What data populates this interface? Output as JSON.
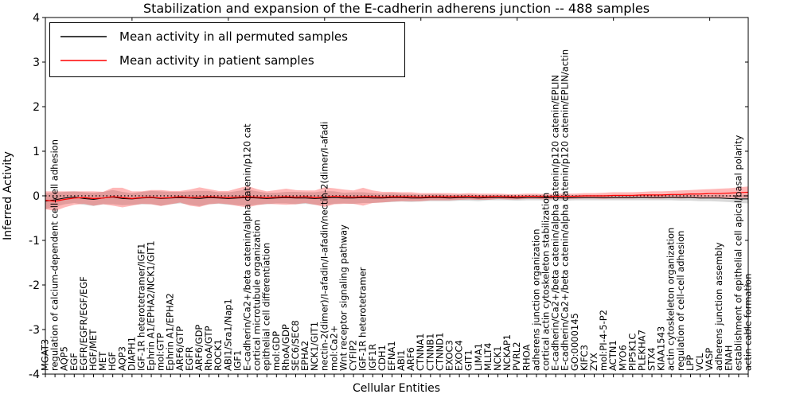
{
  "figure": {
    "title": "Stabilization and expansion of the E-cadherin adherens junction -- 488 samples",
    "xlabel": "Cellular Entities",
    "ylabel": "Inferred Activity"
  },
  "legend": {
    "items": [
      {
        "label": "Mean activity in all permuted samples",
        "color": "#000000"
      },
      {
        "label": "Mean activity in patient samples",
        "color": "#ff0000"
      }
    ]
  },
  "chart_data": {
    "type": "line",
    "title": "Stabilization and expansion of the E-cadherin adherens junction -- 488 samples",
    "xlabel": "Cellular Entities",
    "ylabel": "Inferred Activity",
    "ylim": [
      -4,
      4
    ],
    "yticks": [
      4,
      3,
      2,
      1,
      0,
      -1,
      -2,
      -3,
      -4
    ],
    "grid": false,
    "legend_position": "upper left",
    "zero_line": {
      "y": 0,
      "style": "dotted",
      "color": "#000000"
    },
    "categories": [
      "MGAT3",
      "regulation of calcium-dependent cell-cell adhesion",
      "AQP5",
      "EGF",
      "EGFR/EGFR/EGF/EGF",
      "HGF/MET",
      "MET",
      "HGF",
      "AQP3",
      "DIAPH1",
      "IGF-1R heterotetramer/IGF1",
      "Ephrin A1/EPHA2/NCK1/GIT1",
      "mol:GTP",
      "Ephrin A1/EPHA2",
      "ARF6/GTP",
      "EGFR",
      "ARF6/GDP",
      "RhoA/GTP",
      "ROCK1",
      "ABI1/Sra1/Nap1",
      "IGF1",
      "E-cadherin/Ca2+/beta catenin/alpha catenin/p120 cat",
      "cortical microtubule organization",
      "epithelial cell differentiation",
      "mol:GDP",
      "RhoA/GDP",
      "SEC6/SEC8",
      "EPHA2",
      "NCK1/GIT1",
      "nectin-2(dimer)/I-afadin/I-afadin/nectin-2(dimer/I-afadi",
      "mol:Ca2+",
      "Wnt receptor signaling pathway",
      "CYFIP2",
      "IGF-1R heterotetramer",
      "IGF1R",
      "CDH1",
      "EFNA1",
      "ABI1",
      "ARF6",
      "CTNNA1",
      "CTNNB1",
      "CTNND1",
      "EXOC3",
      "EXOC4",
      "GIT1",
      "LIMA1",
      "MLLT4",
      "NCK1",
      "NCKAP1",
      "PVRL2",
      "RHOA",
      "adherens junction organization",
      "cortical actin cytoskeleton stabilization",
      "E-cadherin/Ca2+/beta catenin/alpha catenin/p120 catenin/EPLIN",
      "E-cadherin/Ca2+/beta catenin/alpha catenin/p120 catenin/EPLIN/actin",
      "GO:0000145",
      "KIFC3",
      "ZYX",
      "mol:PI-4-5-P2",
      "ACTN1",
      "MYO6",
      "PIP5K1C",
      "PLEKHA7",
      "STX4",
      "KIAA1543",
      "actin cytoskeleton organization",
      "regulation of cell-cell adhesion",
      "LPP",
      "VCL",
      "VASP",
      "adherens junction assembly",
      "ENAH",
      "establishment of epithelial cell apical/basal polarity",
      "actin cable formation"
    ],
    "series": [
      {
        "name": "Mean activity in all permuted samples",
        "color": "#000000",
        "band_color": "#000000",
        "band_opacity": 0.15,
        "mean": [
          -0.12,
          -0.09,
          -0.05,
          -0.03,
          -0.06,
          -0.08,
          -0.05,
          -0.03,
          -0.06,
          -0.07,
          -0.05,
          -0.04,
          -0.06,
          -0.05,
          -0.04,
          -0.05,
          -0.06,
          -0.04,
          -0.05,
          -0.06,
          -0.05,
          -0.04,
          -0.05,
          -0.06,
          -0.05,
          -0.04,
          -0.05,
          -0.05,
          -0.06,
          -0.05,
          -0.04,
          -0.05,
          -0.05,
          -0.04,
          -0.05,
          -0.05,
          -0.04,
          -0.04,
          -0.05,
          -0.05,
          -0.04,
          -0.04,
          -0.05,
          -0.04,
          -0.04,
          -0.05,
          -0.04,
          -0.04,
          -0.04,
          -0.05,
          -0.04,
          -0.04,
          -0.04,
          -0.04,
          -0.05,
          -0.04,
          -0.04,
          -0.04,
          -0.04,
          -0.04,
          -0.04,
          -0.04,
          -0.04,
          -0.04,
          -0.04,
          -0.04,
          -0.04,
          -0.04,
          -0.05,
          -0.05,
          -0.05,
          -0.06,
          -0.07,
          -0.07
        ],
        "half_width": [
          0.18,
          0.16,
          0.14,
          0.13,
          0.14,
          0.15,
          0.14,
          0.16,
          0.15,
          0.13,
          0.14,
          0.15,
          0.16,
          0.14,
          0.13,
          0.15,
          0.17,
          0.15,
          0.13,
          0.14,
          0.16,
          0.18,
          0.15,
          0.13,
          0.12,
          0.13,
          0.14,
          0.13,
          0.14,
          0.16,
          0.14,
          0.12,
          0.13,
          0.12,
          0.11,
          0.1,
          0.1,
          0.09,
          0.09,
          0.08,
          0.08,
          0.08,
          0.07,
          0.07,
          0.07,
          0.07,
          0.06,
          0.06,
          0.06,
          0.06,
          0.06,
          0.06,
          0.06,
          0.06,
          0.06,
          0.06,
          0.06,
          0.06,
          0.06,
          0.06,
          0.06,
          0.06,
          0.06,
          0.06,
          0.06,
          0.06,
          0.07,
          0.07,
          0.07,
          0.07,
          0.08,
          0.08,
          0.09,
          0.1
        ]
      },
      {
        "name": "Mean activity in patient samples",
        "color": "#ff0000",
        "band_color": "#ff0000",
        "band_opacity": 0.28,
        "mean": [
          -0.1,
          -0.12,
          -0.08,
          -0.05,
          -0.04,
          -0.06,
          -0.05,
          -0.02,
          -0.04,
          -0.06,
          -0.04,
          -0.03,
          -0.05,
          -0.04,
          -0.02,
          -0.04,
          -0.03,
          -0.02,
          -0.03,
          -0.04,
          -0.03,
          -0.02,
          -0.03,
          -0.04,
          -0.03,
          -0.02,
          -0.03,
          -0.02,
          -0.04,
          -0.03,
          -0.01,
          -0.02,
          -0.03,
          -0.02,
          -0.02,
          -0.03,
          -0.02,
          -0.02,
          -0.02,
          -0.03,
          -0.02,
          -0.02,
          -0.02,
          -0.02,
          -0.01,
          -0.02,
          -0.02,
          -0.01,
          -0.02,
          -0.02,
          -0.01,
          -0.01,
          -0.02,
          -0.01,
          -0.01,
          -0.01,
          0.0,
          0.0,
          0.0,
          0.01,
          0.01,
          0.01,
          0.02,
          0.02,
          0.02,
          0.03,
          0.03,
          0.04,
          0.04,
          0.05,
          0.05,
          0.06,
          0.07,
          0.08
        ],
        "half_width": [
          0.2,
          0.22,
          0.18,
          0.15,
          0.14,
          0.16,
          0.14,
          0.2,
          0.22,
          0.16,
          0.14,
          0.16,
          0.18,
          0.15,
          0.13,
          0.18,
          0.22,
          0.17,
          0.14,
          0.15,
          0.2,
          0.24,
          0.18,
          0.14,
          0.16,
          0.18,
          0.16,
          0.14,
          0.16,
          0.22,
          0.18,
          0.16,
          0.15,
          0.2,
          0.14,
          0.12,
          0.11,
          0.1,
          0.1,
          0.09,
          0.08,
          0.08,
          0.08,
          0.07,
          0.07,
          0.07,
          0.07,
          0.06,
          0.06,
          0.06,
          0.06,
          0.06,
          0.06,
          0.06,
          0.06,
          0.06,
          0.06,
          0.06,
          0.07,
          0.07,
          0.07,
          0.07,
          0.07,
          0.08,
          0.08,
          0.08,
          0.09,
          0.09,
          0.1,
          0.1,
          0.11,
          0.11,
          0.12,
          0.13
        ]
      }
    ]
  }
}
